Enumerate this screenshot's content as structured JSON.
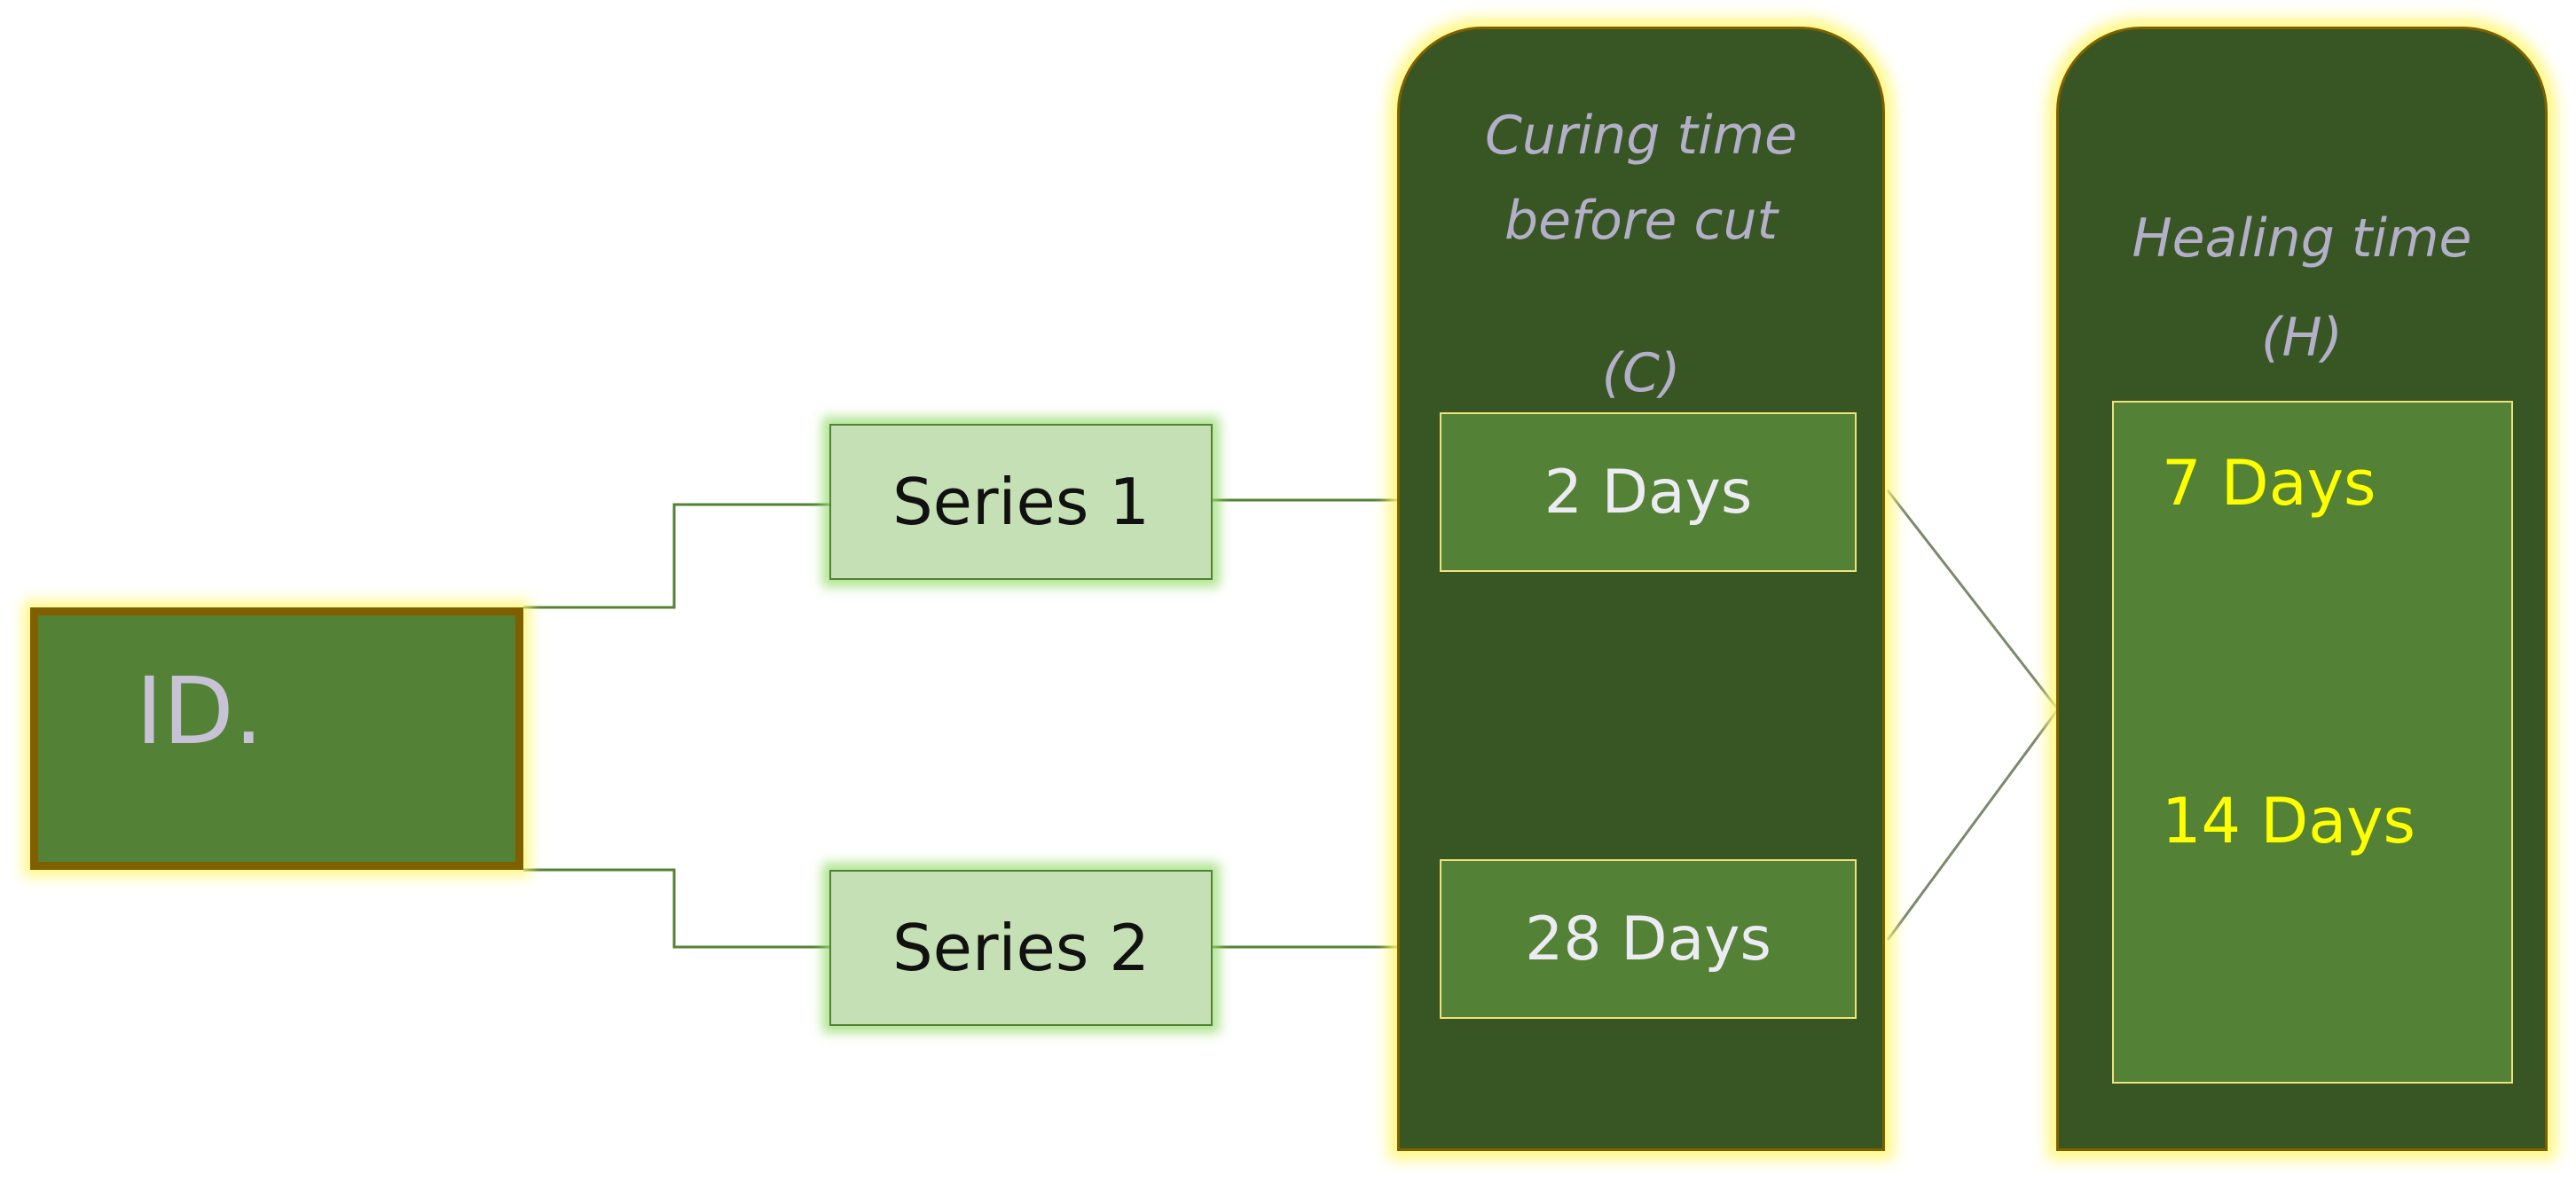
{
  "root": {
    "label": "ID."
  },
  "series": [
    {
      "label": "Series 1"
    },
    {
      "label": "Series 2"
    }
  ],
  "curing": {
    "title_line1": "Curing time",
    "title_line2": "before cut",
    "symbol": "(C)",
    "values": [
      "2 Days",
      "28 Days"
    ]
  },
  "healing": {
    "title_line1": "Healing time",
    "symbol": "(H)",
    "values": [
      "7 Days",
      "14 Days"
    ]
  },
  "colors": {
    "dark_green": "#375623",
    "mid_green": "#538135",
    "light_green": "#c5e0b4",
    "gold_border": "#7f6000",
    "glow_yellow": "#fff778",
    "value_yellow": "#ffff00"
  }
}
